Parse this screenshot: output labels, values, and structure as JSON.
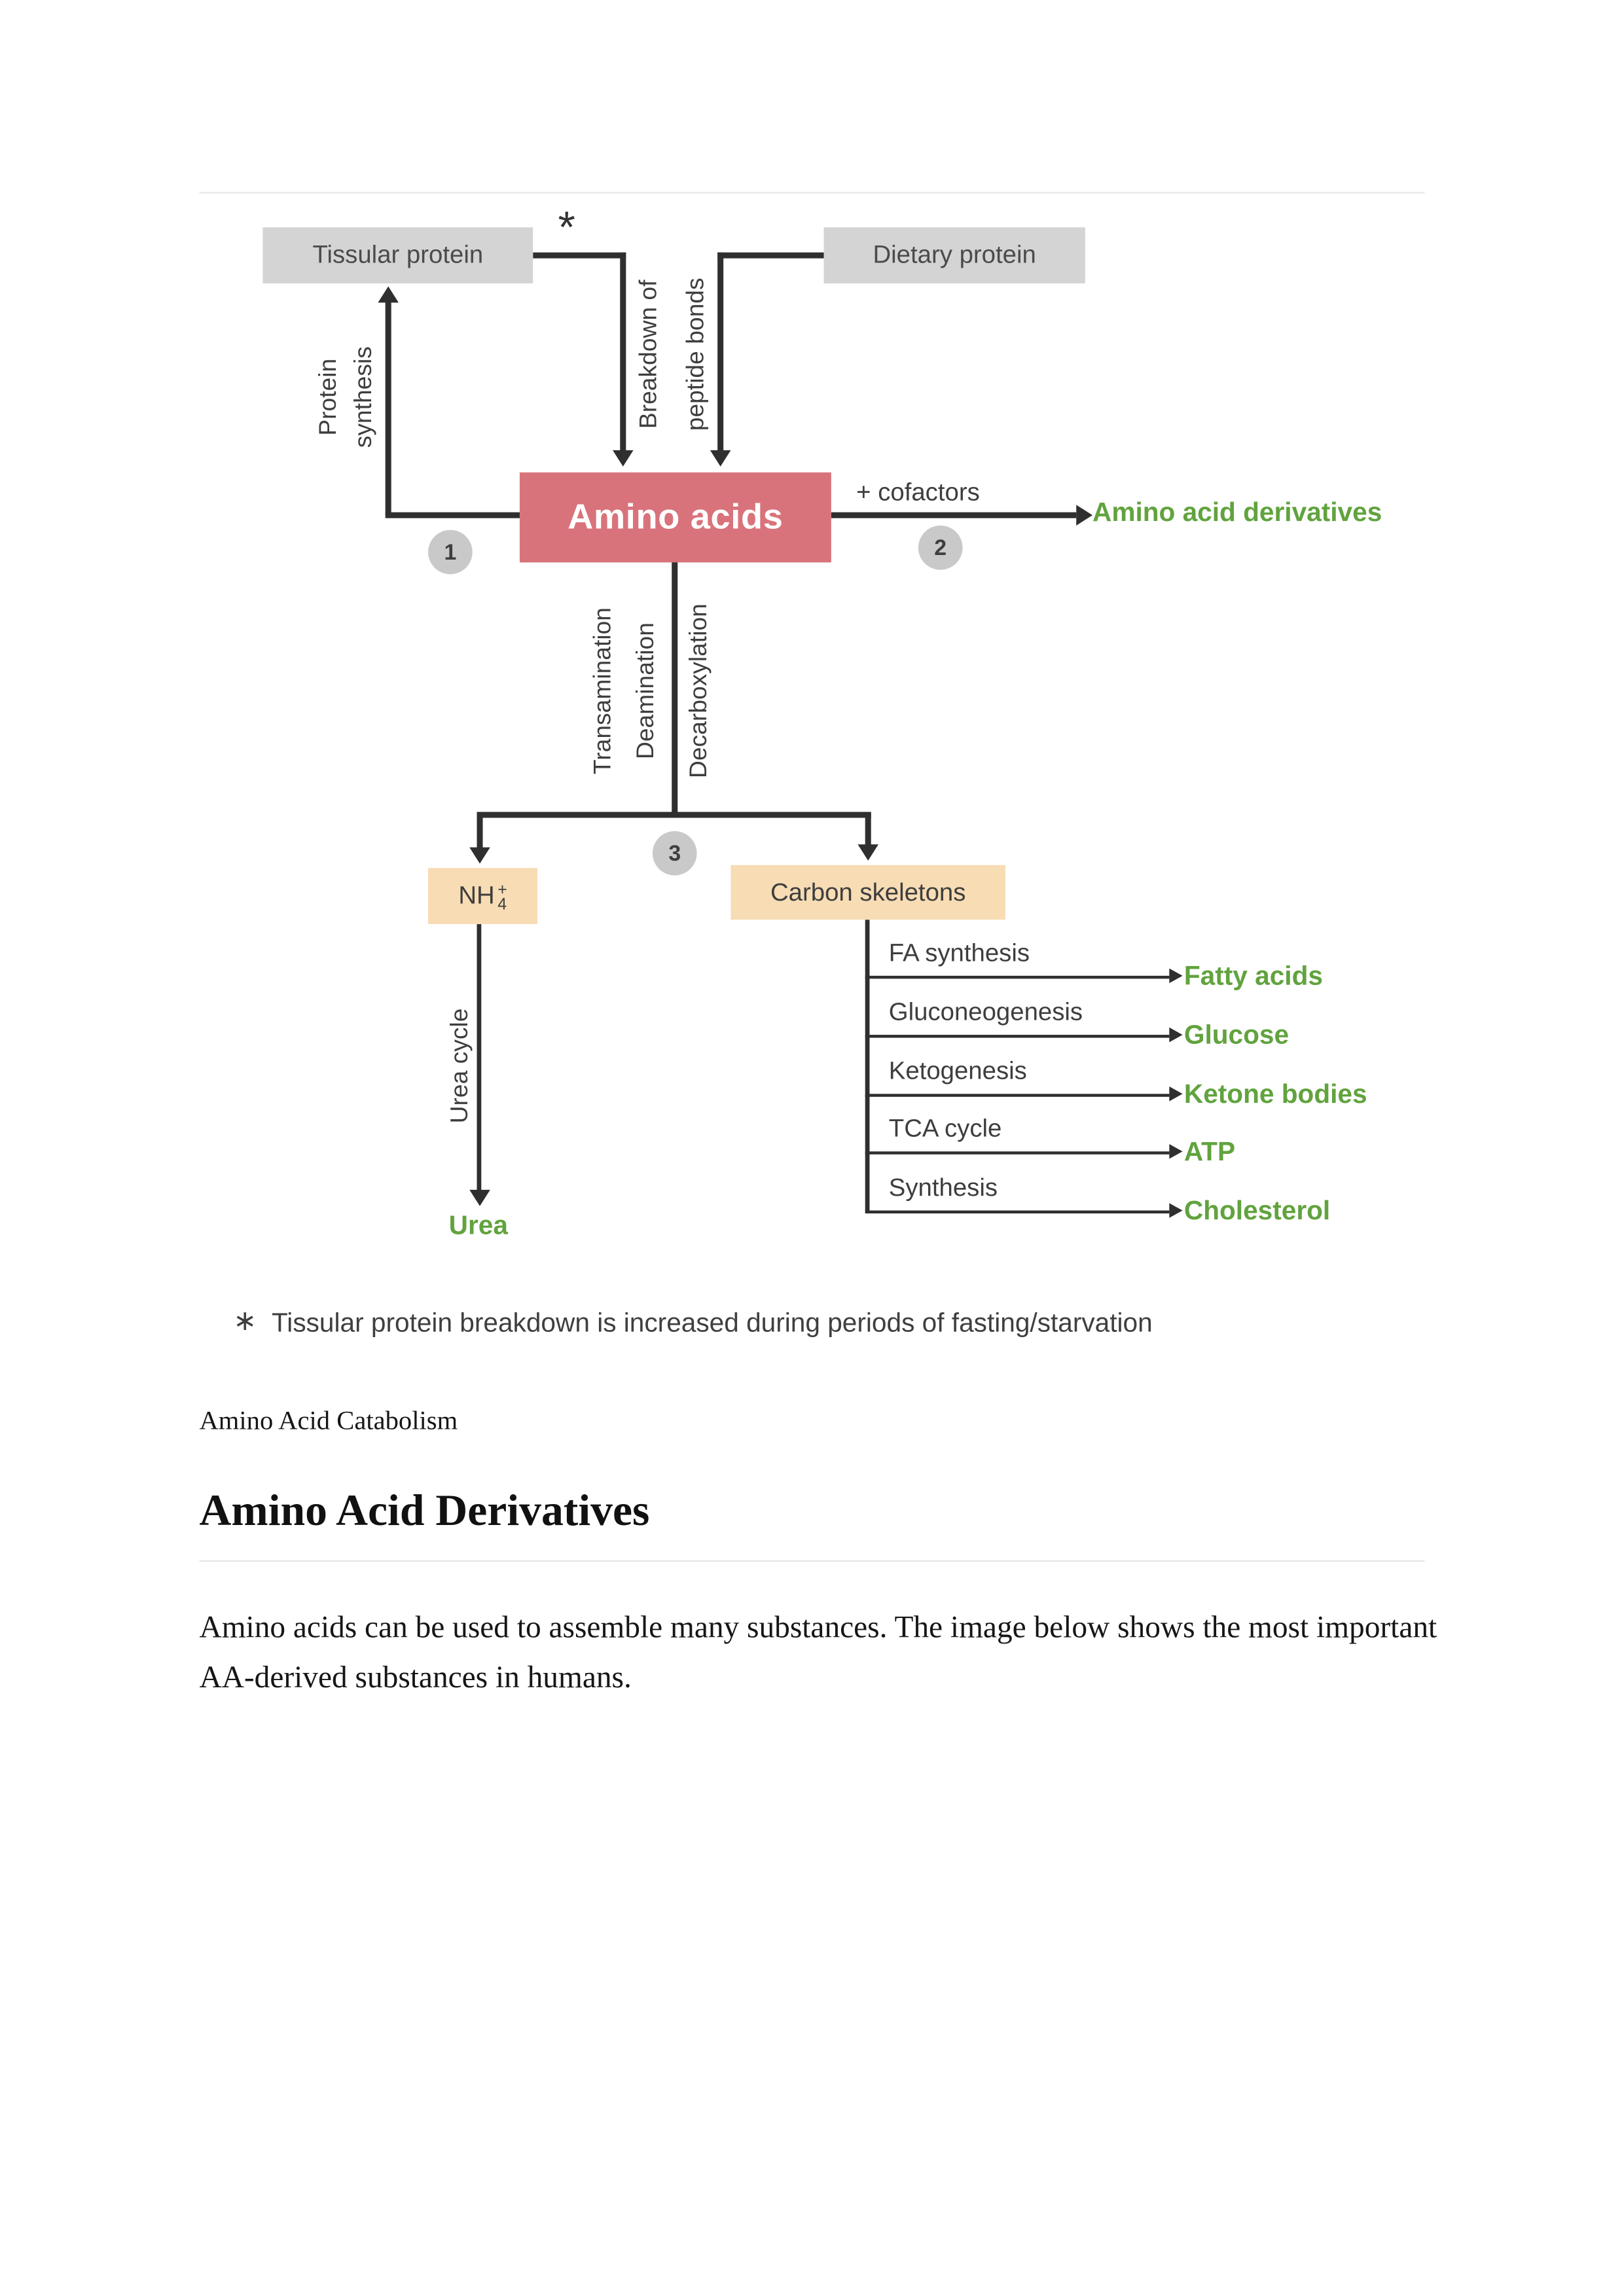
{
  "theme": {
    "line": "#2f2f2f",
    "green": "#61a33e",
    "salmon": "#d9737b",
    "tan": "#f7dcb4",
    "gray_box": "#d4d4d4",
    "circle_bg": "#c9c9c9",
    "rule": "#e7e7e7"
  },
  "diagram": {
    "boxes": {
      "tissular_protein": "Tissular protein",
      "dietary_protein": "Dietary protein",
      "amino_acids": "Amino acids",
      "nh4_base": "NH",
      "nh4_subscript": "4",
      "nh4_charge": "+",
      "carbon_skeletons": "Carbon skeletons"
    },
    "labels": {
      "asterisk": "*",
      "protein_synthesis_line1": "Protein",
      "protein_synthesis_line2": "synthesis",
      "breakdown_line1": "Breakdown of",
      "breakdown_line2": "peptide bonds",
      "cofactors": "+ cofactors",
      "transamination": "Transamination",
      "deamination": "Deamination",
      "decarboxylation": "Decarboxylation",
      "urea_cycle": "Urea cycle"
    },
    "step_markers": [
      "1",
      "2",
      "3"
    ],
    "outputs": {
      "amino_acid_derivatives": "Amino acid derivatives",
      "urea": "Urea"
    },
    "branches": [
      {
        "process": "FA synthesis",
        "product": "Fatty acids"
      },
      {
        "process": "Gluconeogenesis",
        "product": "Glucose"
      },
      {
        "process": "Ketogenesis",
        "product": "Ketone bodies"
      },
      {
        "process": "TCA cycle",
        "product": "ATP"
      },
      {
        "process": "Synthesis",
        "product": "Cholesterol"
      }
    ],
    "footnote": {
      "marker": "∗",
      "text": "Tissular protein breakdown is increased during periods of fasting/starvation"
    }
  },
  "document": {
    "caption": "Amino Acid Catabolism",
    "heading": "Amino Acid Derivatives",
    "paragraph": "Amino acids can be used to assemble many substances. The image below shows the most important AA-derived substances in humans."
  }
}
